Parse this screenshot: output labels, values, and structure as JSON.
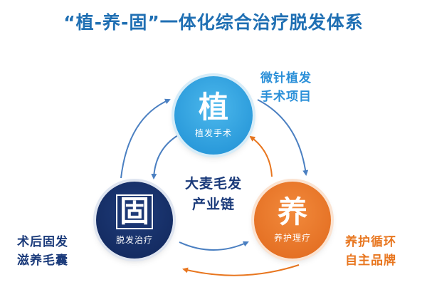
{
  "title": "“植-养-固”一体化综合治疗脱发体系",
  "center_label": [
    "大麦毛发",
    "产业链"
  ],
  "nodes": {
    "zhi": {
      "glyph": "植",
      "caption": "植发手术",
      "color": "#1e8fd4"
    },
    "gu": {
      "glyph": "固",
      "caption": "脱发治疗",
      "color": "#10265a"
    },
    "yang": {
      "glyph": "养",
      "caption": "养护理疗",
      "color": "#e0681c"
    }
  },
  "side_texts": {
    "top_right": [
      "微针植发",
      "手术项目"
    ],
    "bottom_left": [
      "术后固发",
      "滋养毛囊"
    ],
    "bottom_right": [
      "养护循环",
      "自主品牌"
    ]
  },
  "colors": {
    "blue_arrow": "#4a7fc1",
    "orange_arrow": "#e8761f"
  }
}
